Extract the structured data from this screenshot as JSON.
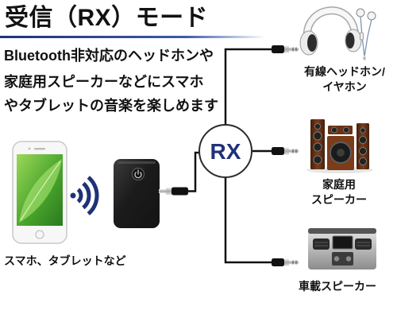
{
  "title": "受信（RX）モード",
  "description": [
    "Bluetooth非対応のヘッドホンや",
    "家庭用スピーカーなどにスマホ",
    "やタブレットの音楽を楽しめます"
  ],
  "source": {
    "label": "スマホ、タブレットなど",
    "icons": [
      "smartphone-image",
      "bluetooth-signal-icon",
      "receiver-device-image",
      "audio-jack-icon"
    ]
  },
  "hub": {
    "label": "RX"
  },
  "outputs": [
    {
      "icon": "headphones-image",
      "label_lines": [
        "有線ヘッドホン/",
        "イヤホン"
      ]
    },
    {
      "icon": "home-speakers-image",
      "label_lines": [
        "家庭用",
        "スピーカー"
      ]
    },
    {
      "icon": "car-dashboard-image",
      "label_lines": [
        "車載スピーカー"
      ]
    }
  ],
  "colors": {
    "title_text": "#121212",
    "accent_navy": "#1f3278",
    "cable": "#111111",
    "device_black": "#141414",
    "background": "#ffffff"
  }
}
